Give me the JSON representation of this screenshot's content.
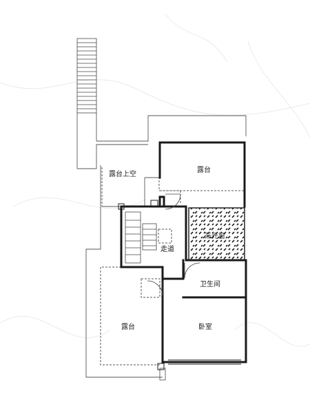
{
  "colors": {
    "background": "#ffffff",
    "marble_vein": "#e6e6e6",
    "wall": "#1a1a1a",
    "line": "#444444",
    "dashed": "#555555",
    "hatch": "#1f1f1f"
  },
  "rooms": [
    {
      "id": "terrace-void",
      "label": "露台上空"
    },
    {
      "id": "terrace-top",
      "label": "露台"
    },
    {
      "id": "skylight",
      "label": "采光窗"
    },
    {
      "id": "corridor",
      "label": "走道"
    },
    {
      "id": "bathroom",
      "label": "卫生间"
    },
    {
      "id": "terrace-bottom",
      "label": "露台"
    },
    {
      "id": "bedroom",
      "label": "卧室"
    }
  ]
}
